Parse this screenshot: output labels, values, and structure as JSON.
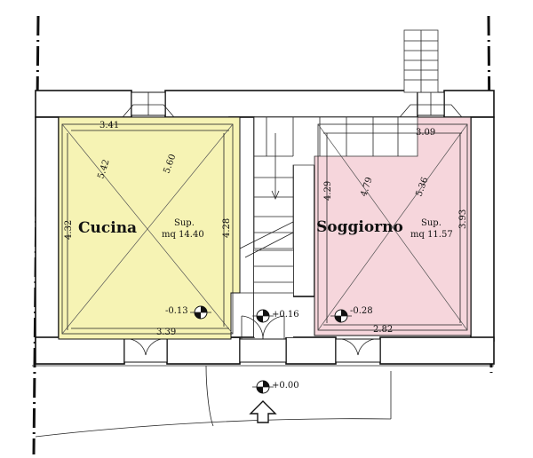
{
  "rooms": {
    "kitchen": {
      "name": "Cucina",
      "area_label": "Sup.",
      "area_value": "mq 14.40",
      "fill_color": "#f6f3b4",
      "dim_top": "3.41",
      "dim_bottom": "3.39",
      "dim_left": "4.32",
      "dim_right": "4.28",
      "diag_1": "5.42",
      "diag_2": "5.60"
    },
    "living": {
      "name": "Soggiorno",
      "area_label": "Sup.",
      "area_value": "mq 11.57",
      "fill_color": "#f6d6dc",
      "dim_top": "3.09",
      "dim_bottom": "2.82",
      "dim_left": "4.29",
      "dim_right": "3.93",
      "diag_1": "4.79",
      "diag_2": "5.36"
    }
  },
  "levels": {
    "kitchen": "-0.13",
    "hall": "+0.16",
    "living": "-0.28",
    "outside": "+0.00"
  },
  "icons": {
    "level_marker": "level-benchmark-icon",
    "entrance": "entrance-arrow-icon"
  }
}
